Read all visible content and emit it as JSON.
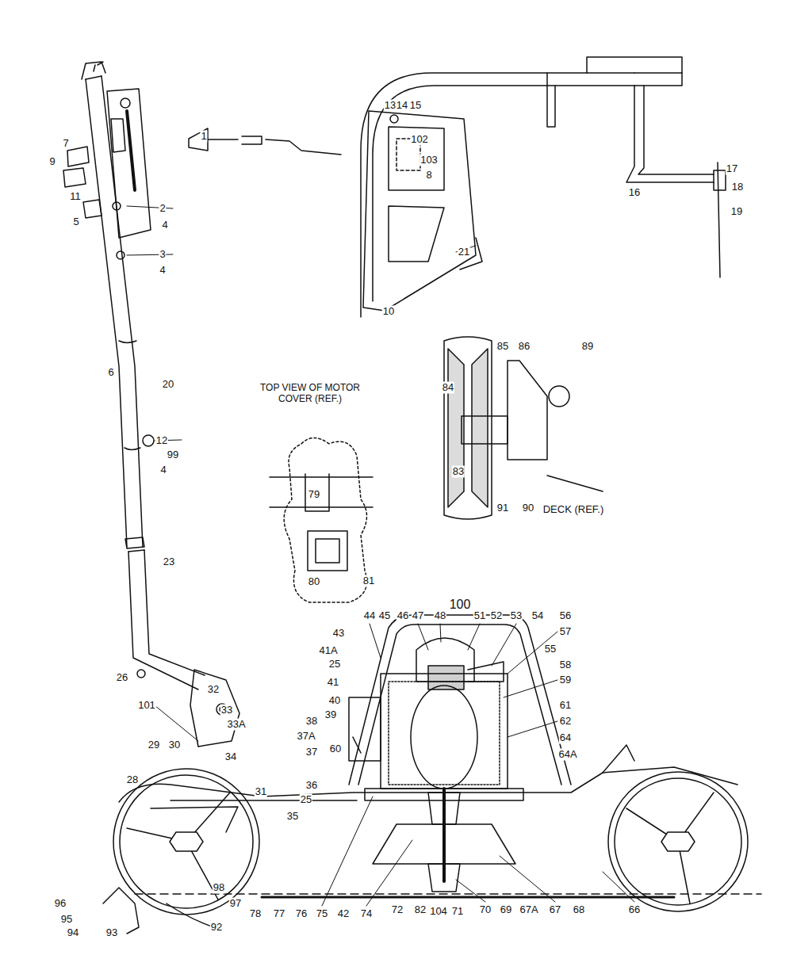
{
  "diagram": {
    "labels": [
      "7",
      "9",
      "11",
      "5",
      "2",
      "4",
      "3",
      "4",
      "6",
      "20",
      "12",
      "99",
      "4",
      "23",
      "26",
      "1",
      "13",
      "14",
      "15",
      "102",
      "103",
      "8",
      "21",
      "10",
      "16",
      "17",
      "18",
      "19",
      "TOP VIEW OF MOTOR COVER (REF.)",
      "79",
      "80",
      "81",
      "85",
      "86",
      "89",
      "84",
      "83",
      "91",
      "90",
      "DECK (REF.)",
      "44",
      "45",
      "46",
      "47",
      "48",
      "100",
      "51",
      "52",
      "53",
      "54",
      "56",
      "57",
      "55",
      "58",
      "59",
      "61",
      "62",
      "64",
      "64A",
      "43",
      "41A",
      "25",
      "41",
      "40",
      "39",
      "38",
      "37A",
      "60",
      "37",
      "36",
      "25",
      "35",
      "32",
      "33",
      "33A",
      "34",
      "101",
      "29",
      "30",
      "31",
      "28",
      "96",
      "95",
      "94",
      "93",
      "92",
      "98",
      "97",
      "78",
      "77",
      "76",
      "75",
      "42",
      "74",
      "72",
      "82",
      "104",
      "71",
      "70",
      "69",
      "67A",
      "67",
      "68",
      "66"
    ]
  }
}
